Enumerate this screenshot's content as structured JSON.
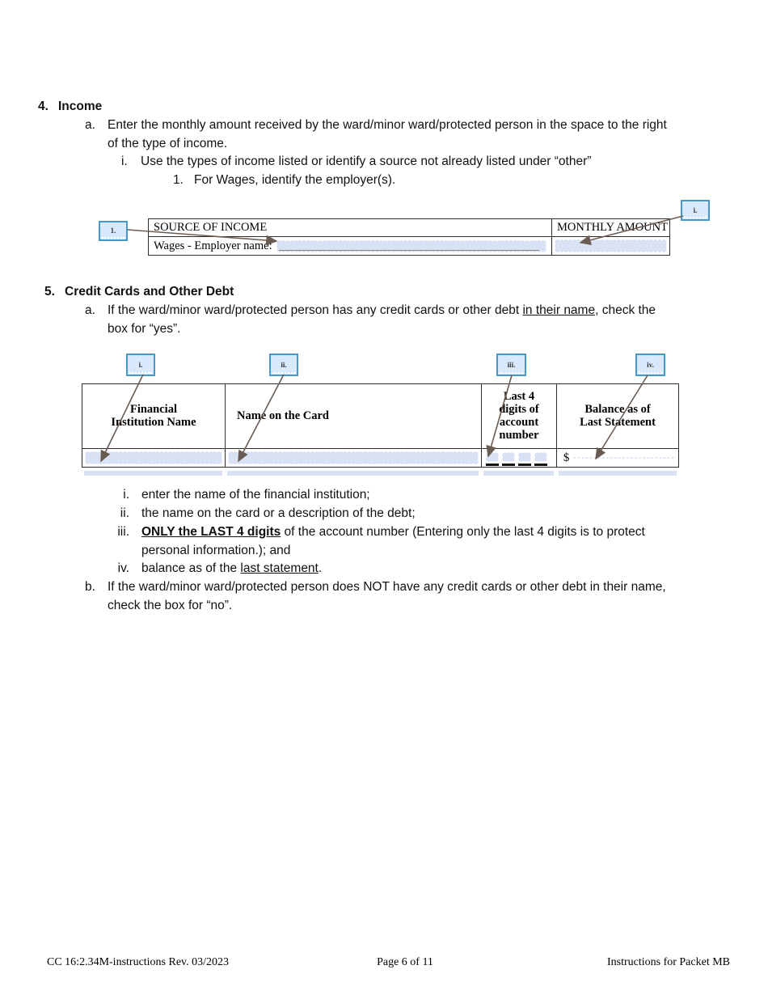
{
  "section4": {
    "number": "4.",
    "title": "Income",
    "item_a_marker": "a.",
    "item_a": "Enter the monthly amount received by the ward/minor ward/protected person in the space to the right\nof the type of income.",
    "item_i_marker": "i.",
    "item_i": "Use the types of income listed or identify a source not already listed under “other”",
    "item_1_marker": "1.",
    "item_1": "For Wages, identify the employer(s)."
  },
  "income_table": {
    "callout_left": "1.",
    "callout_right": "i.",
    "header_source": "SOURCE OF INCOME",
    "header_amount": "MONTHLY AMOUNT",
    "row_label": "Wages - Employer name:"
  },
  "section5": {
    "number": "5.",
    "title": "Credit Cards and Other Debt",
    "item_a_marker": "a.",
    "item_a_part1": "If the ward/minor ward/protected person has any credit cards or other debt ",
    "item_a_underlined": "in their name",
    "item_a_part2": ", check the\nbox for “yes”.",
    "item_b_marker": "b.",
    "item_b": "If the ward/minor ward/protected person does NOT have any credit cards or other debt in their name,\ncheck the box for “no”."
  },
  "debt_table": {
    "callouts": [
      "i.",
      "ii.",
      "iii.",
      "iv."
    ],
    "headers": [
      "Financial\nInstitution Name",
      "Name on the Card",
      "Last 4\ndigits of\naccount\nnumber",
      "Balance as of\nLast Statement"
    ],
    "currency_symbol": "$"
  },
  "legend": {
    "items": [
      {
        "marker": "i.",
        "text": "enter the name of the financial institution;"
      },
      {
        "marker": "ii.",
        "text": "the name on the card or a description of the debt;"
      },
      {
        "marker": "iii.",
        "bold_underline": "ONLY the LAST 4 digits",
        "rest": " of the account number (Entering only the last 4 digits is to protect\npersonal information.); and"
      },
      {
        "marker": "iv.",
        "prefix": "balance as of the ",
        "underlined": "last statement",
        "suffix": "."
      }
    ]
  },
  "colors": {
    "field_blue": "#d9e2f4",
    "callout_border": "#4898c6",
    "callout_fill": "#d7e9fb",
    "arrow": "#6a5c52"
  },
  "footer": {
    "left": "CC 16:2.34M-instructions Rev. 03/2023",
    "center": "Page 6 of 11",
    "right": "Instructions for Packet MB"
  }
}
